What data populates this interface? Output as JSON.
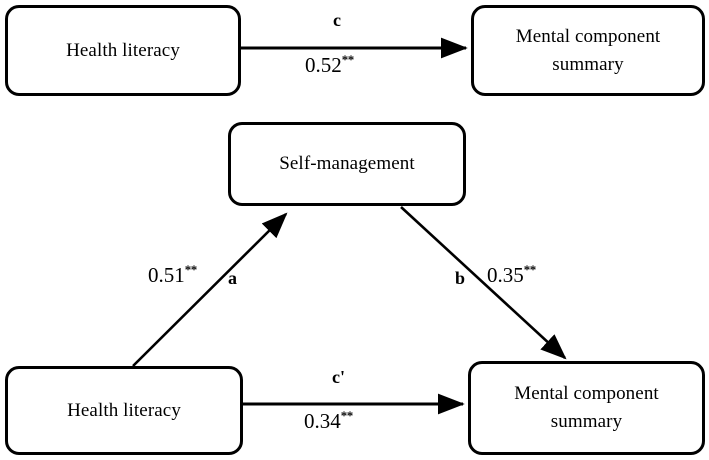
{
  "diagram": {
    "type": "mediation-path-model",
    "title": "Mediation model of health literacy, self-management, and mental component summary",
    "background_color": "#ffffff",
    "line_color": "#000000",
    "significance_marker": "**"
  },
  "nodes": {
    "health_literacy_top": "Health literacy",
    "mental_component_summary_top": "Mental component\nsummary",
    "mental_component_summary_top_line1": "Mental component",
    "mental_component_summary_top_line2": "summary",
    "self_management": "Self-management",
    "health_literacy_bottom": "Health literacy",
    "mental_component_summary_bottom_line1": "Mental component",
    "mental_component_summary_bottom_line2": "summary"
  },
  "paths": {
    "c": {
      "label": "c",
      "coefficient": "0.52",
      "stars": "**",
      "from": "health_literacy_top",
      "to": "mental_component_summary_top",
      "direction": "horizontal-right"
    },
    "a": {
      "label": "a",
      "coefficient": "0.51",
      "stars": "**",
      "from": "health_literacy_bottom",
      "to": "self_management",
      "direction": "diagonal-up-right"
    },
    "b": {
      "label": "b",
      "coefficient": "0.35",
      "stars": "**",
      "from": "self_management",
      "to": "mental_component_summary_bottom",
      "direction": "diagonal-down-right"
    },
    "c_prime": {
      "label": "c'",
      "coefficient": "0.34",
      "stars": "**",
      "from": "health_literacy_bottom",
      "to": "mental_component_summary_bottom",
      "direction": "horizontal-right"
    }
  },
  "chart_data": {
    "type": "diagram",
    "title": "Mediation model: Health literacy → Self-management → Mental component summary",
    "nodes": [
      "Health literacy",
      "Mental component summary",
      "Self-management",
      "Health literacy",
      "Mental component summary"
    ],
    "edges": [
      {
        "path": "c",
        "from": "Health literacy",
        "to": "Mental component summary",
        "value": 0.52,
        "significance": "**"
      },
      {
        "path": "a",
        "from": "Health literacy",
        "to": "Self-management",
        "value": 0.51,
        "significance": "**"
      },
      {
        "path": "b",
        "from": "Self-management",
        "to": "Mental component summary",
        "value": 0.35,
        "significance": "**"
      },
      {
        "path": "c'",
        "from": "Health literacy",
        "to": "Mental component summary",
        "value": 0.34,
        "significance": "**"
      }
    ]
  }
}
